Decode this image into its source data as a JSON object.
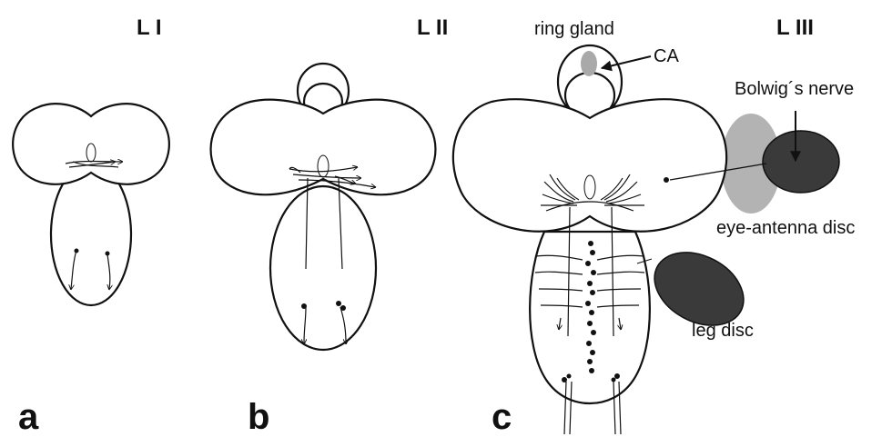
{
  "stages": {
    "l1": "L I",
    "l2": "L II",
    "l3": "L III"
  },
  "panels": {
    "a": "a",
    "b": "b",
    "c": "c"
  },
  "labels": {
    "ring_gland": "ring gland",
    "ca": "CA",
    "bolwigs_nerve": "Bolwig´s nerve",
    "eye_antenna_disc": "eye-antenna disc",
    "leg_disc": "leg disc"
  },
  "colors": {
    "outline": "#111111",
    "corpus_allatum": "#a9a9a9",
    "eye_disc_grey": "#b3b3b3",
    "imaginal_disc_dark": "#3a3a3a"
  }
}
